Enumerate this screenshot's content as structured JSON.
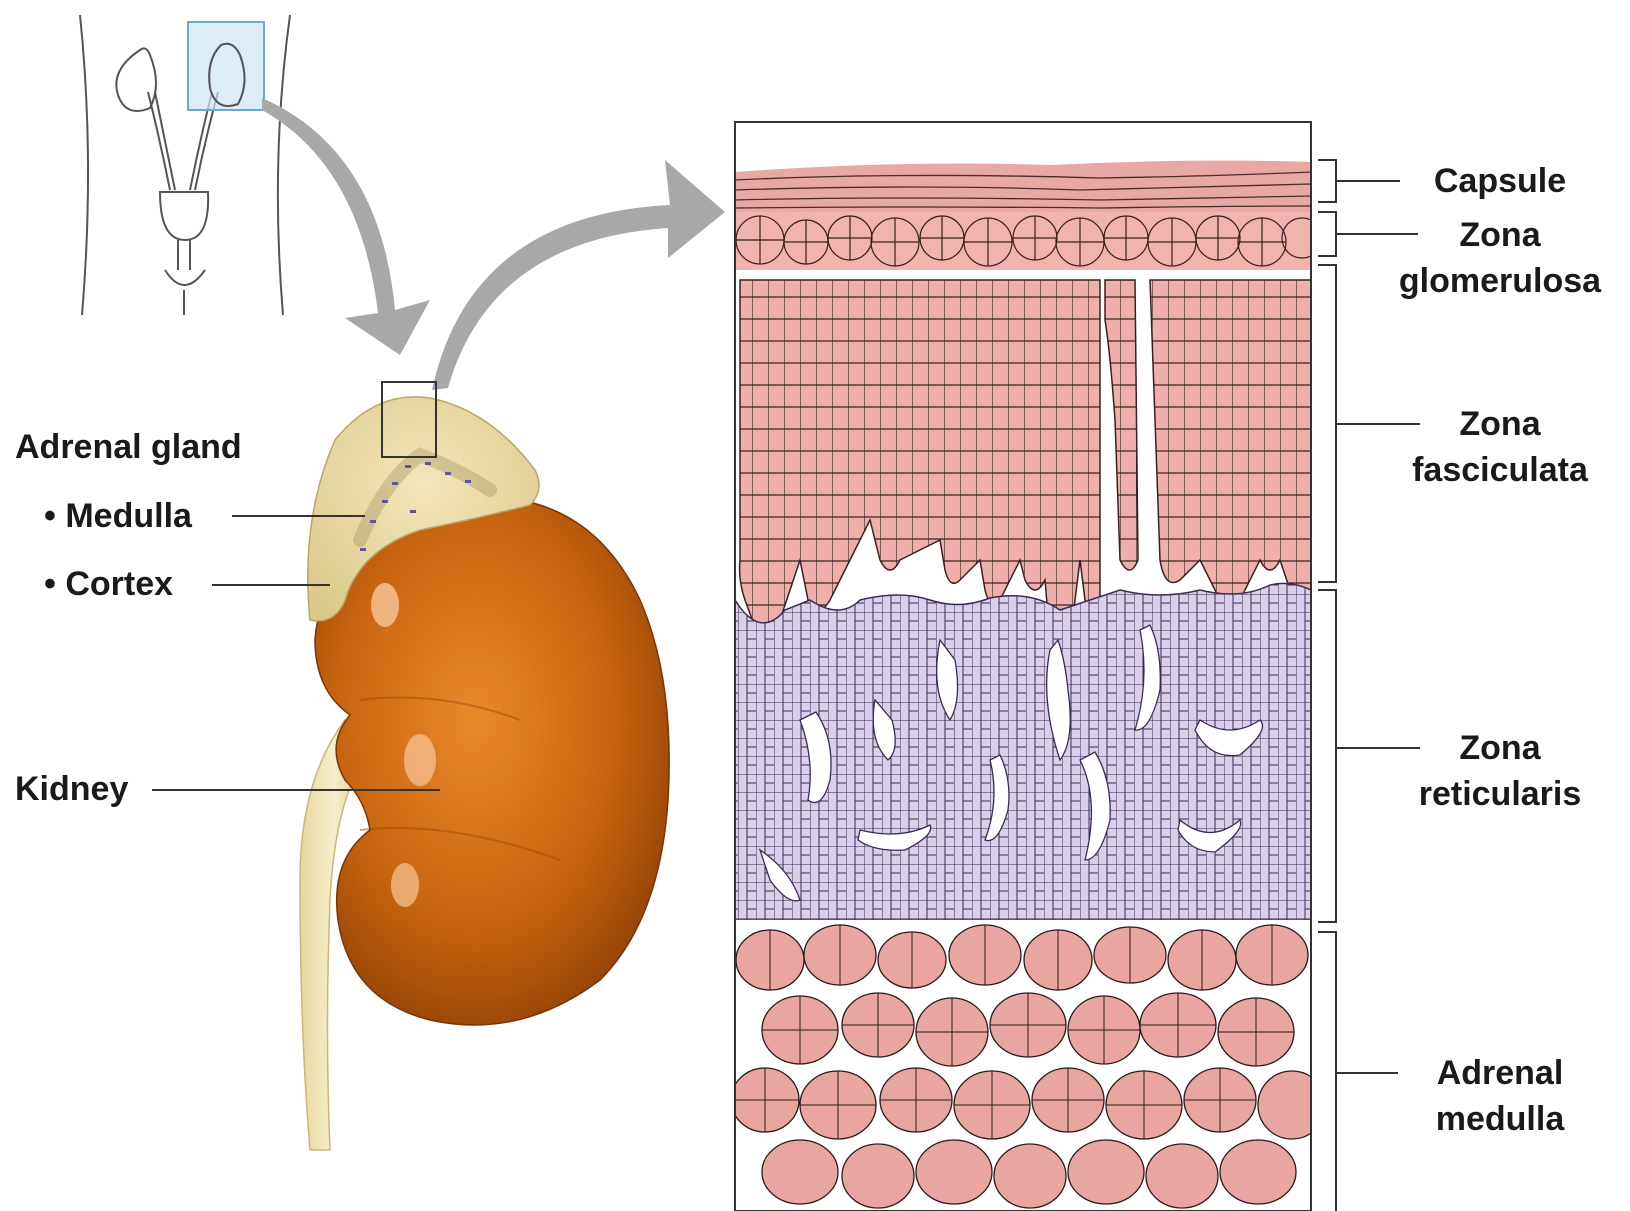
{
  "left_labels": {
    "adrenal_gland": "Adrenal gland",
    "medulla": "• Medulla",
    "cortex": "• Cortex",
    "kidney": "Kidney"
  },
  "right_labels": {
    "capsule": "Capsule",
    "zona_glomerulosa_line1": "Zona",
    "zona_glomerulosa_line2": "glomerulosa",
    "zona_fasciculata_line1": "Zona",
    "zona_fasciculata_line2": "fasciculata",
    "zona_reticularis_line1": "Zona",
    "zona_reticularis_line2": "reticularis",
    "adrenal_medulla_line1": "Adrenal",
    "adrenal_medulla_line2": "medulla"
  },
  "colors": {
    "capsule": "#e8a9a4",
    "glomerulosa": "#f0b3ae",
    "fasciculata": "#efb0ab",
    "reticularis": "#d9cfe8",
    "medulla_cells": "#e9a6a1",
    "kidney": "#c8640f",
    "adrenal_gland": "#ebdba6",
    "ureter": "#e6d79e",
    "arrow": "#a8a8a8",
    "inset_highlight": "#cfe6f2"
  }
}
